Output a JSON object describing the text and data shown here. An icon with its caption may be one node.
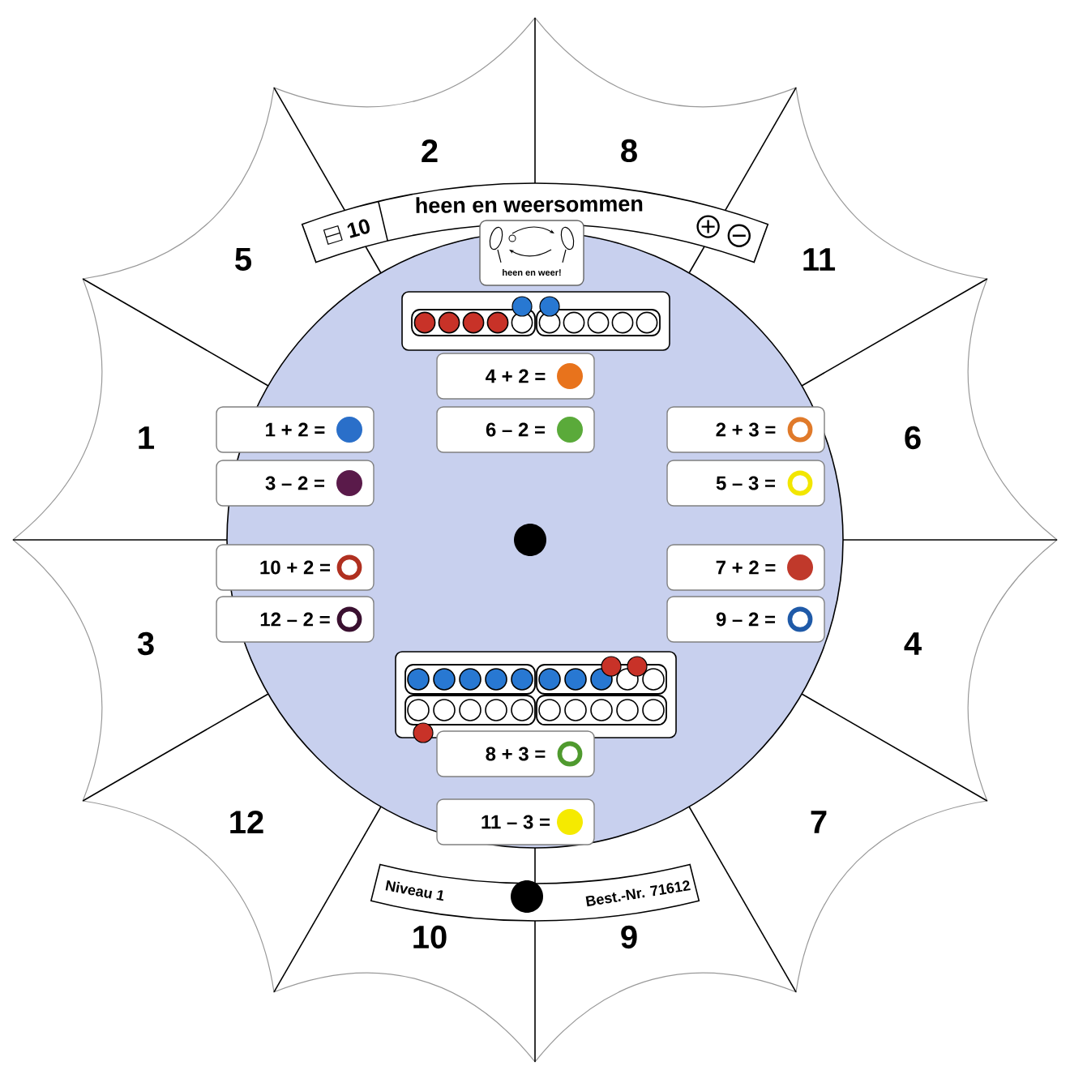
{
  "diagram": {
    "nodes": [
      {
        "text": [
          "heen en weer!"
        ]
      },
      {
        "text": [
          "4 + 2 ="
        ]
      },
      {
        "text": [
          "1 + 2 ="
        ]
      },
      {
        "text": [
          "6 – 2 ="
        ]
      },
      {
        "text": [
          "2 + 3 ="
        ]
      },
      {
        "text": [
          "3 – 2 ="
        ]
      },
      {
        "text": [
          "5 – 3 ="
        ]
      },
      {
        "text": [
          "10 + 2 ="
        ]
      },
      {
        "text": [
          "7 + 2 ="
        ]
      },
      {
        "text": [
          "12 – 2 ="
        ]
      },
      {
        "text": [
          "9 – 2 ="
        ]
      },
      {
        "text": [
          "8 + 3 ="
        ]
      },
      {
        "text": [
          "11 – 3 ="
        ]
      }
    ],
    "labels": [
      "2",
      "8",
      "10",
      "heen en weersommen",
      "5",
      "11",
      "1",
      "6",
      "3",
      "4",
      "12",
      "7",
      "Niveau 1",
      "Best.-Nr. 71612",
      "10",
      "9"
    ]
  }
}
